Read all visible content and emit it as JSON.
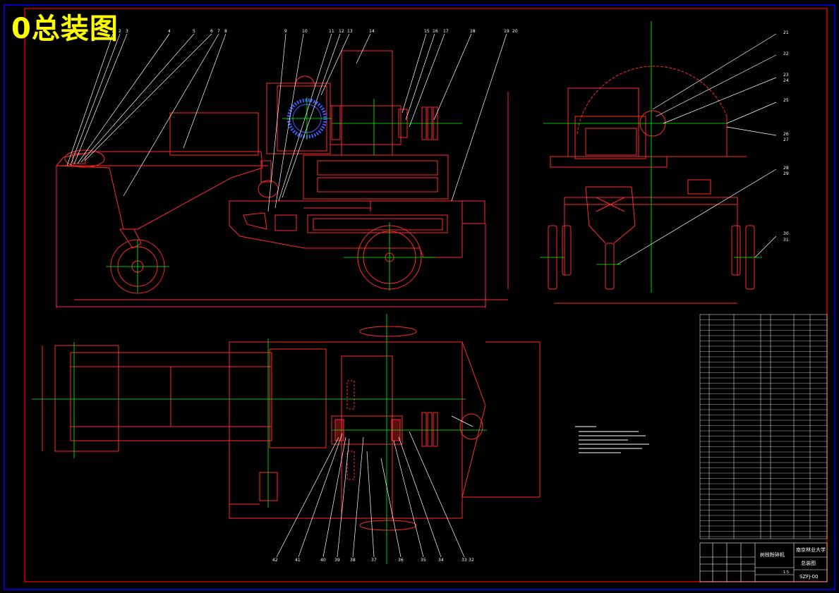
{
  "drawing": {
    "title": "0总装图",
    "machine_name": "树枝粉碎机",
    "university": "南京林业大学",
    "sheet_name": "总装图",
    "drawing_number": "SZFJ-00",
    "scale": "1:5"
  },
  "leaders": {
    "side_view": [
      "1",
      "2",
      "3",
      "4",
      "5",
      "6",
      "7",
      "8",
      "9",
      "10",
      "11",
      "12",
      "13",
      "14",
      "15",
      "16",
      "17",
      "18",
      "19",
      "20"
    ],
    "front_view": [
      "21",
      "22",
      "23",
      "24",
      "25",
      "26",
      "27",
      "28",
      "29",
      "30",
      "31"
    ],
    "top_view": [
      "42",
      "41",
      "40",
      "39",
      "38",
      "37",
      "36",
      "35",
      "34",
      "33",
      "32"
    ]
  },
  "colors": {
    "frame": "#ff0000",
    "border": "#0000ff",
    "geometry": "#ff2a2a",
    "centerline": "#00ff00",
    "leader": "#ffffff",
    "title": "#ffff00",
    "gear": "#3a5fff"
  }
}
